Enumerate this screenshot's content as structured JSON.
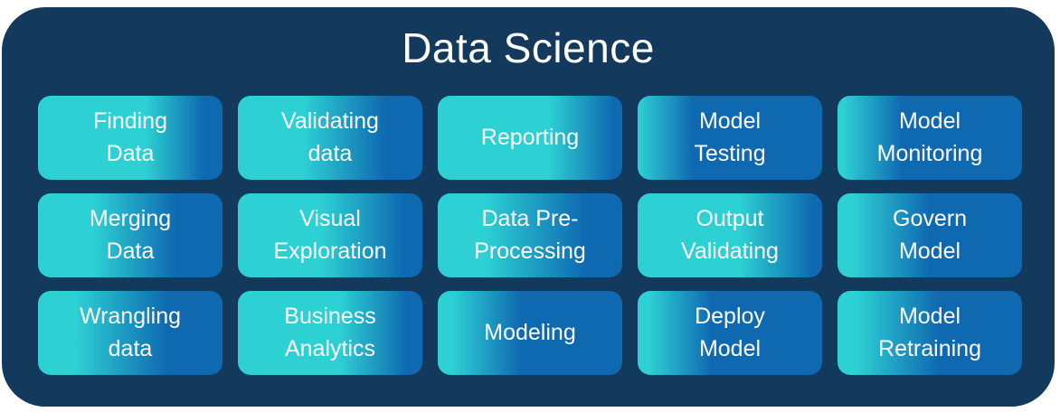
{
  "title": "Data Science",
  "palette": {
    "panel_background": "#133A5C",
    "box_teal": "#2DD1D4",
    "box_blue": "#0F69B1",
    "text_color": "#FFFFFF"
  },
  "grid": {
    "rows": 3,
    "columns": 5,
    "boxes": [
      {
        "label": "Finding\nData",
        "teal_end_pct": 58,
        "blue_start_pct": 90
      },
      {
        "label": "Validating\ndata",
        "teal_end_pct": 35,
        "blue_start_pct": 80
      },
      {
        "label": "Reporting",
        "teal_end_pct": 60,
        "blue_start_pct": 95
      },
      {
        "label": "Model\nTesting",
        "teal_end_pct": 0,
        "blue_start_pct": 30
      },
      {
        "label": "Model\nMonitoring",
        "teal_end_pct": 3,
        "blue_start_pct": 35
      },
      {
        "label": "Merging\nData",
        "teal_end_pct": 30,
        "blue_start_pct": 75
      },
      {
        "label": "Visual\nExploration",
        "teal_end_pct": 45,
        "blue_start_pct": 90
      },
      {
        "label": "Data Pre-\nProcessing",
        "teal_end_pct": 25,
        "blue_start_pct": 80
      },
      {
        "label": "Output\nValidating",
        "teal_end_pct": 55,
        "blue_start_pct": 95
      },
      {
        "label": "Govern\nModel",
        "teal_end_pct": 8,
        "blue_start_pct": 50
      },
      {
        "label": "Wrangling\ndata",
        "teal_end_pct": 20,
        "blue_start_pct": 70
      },
      {
        "label": "Business\nAnalytics",
        "teal_end_pct": 55,
        "blue_start_pct": 92
      },
      {
        "label": "Modeling",
        "teal_end_pct": 8,
        "blue_start_pct": 45
      },
      {
        "label": "Deploy\nModel",
        "teal_end_pct": 6,
        "blue_start_pct": 40
      },
      {
        "label": "Model\nRetraining",
        "teal_end_pct": 10,
        "blue_start_pct": 55
      }
    ]
  }
}
